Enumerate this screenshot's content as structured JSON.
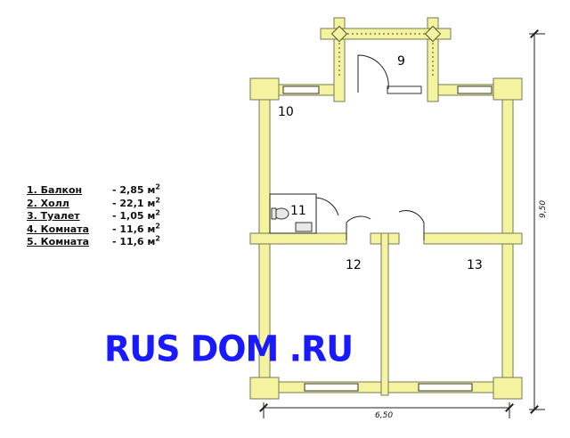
{
  "legend": [
    {
      "name": "1. Балкон",
      "area": "- 2,85 м",
      "unit_exp": "2"
    },
    {
      "name": "2. Холл",
      "area": "- 22,1 м",
      "unit_exp": "2"
    },
    {
      "name": "3. Туалет",
      "area": "- 1,05 м",
      "unit_exp": "2"
    },
    {
      "name": "4. Комната",
      "area": "- 11,6 м",
      "unit_exp": "2"
    },
    {
      "name": "5. Комната",
      "area": "- 11,6 м",
      "unit_exp": "2"
    }
  ],
  "rooms": {
    "r9": "9",
    "r10": "10",
    "r11": "11",
    "r12": "12",
    "r13": "13"
  },
  "dimensions": {
    "width": "6,50",
    "height": "9,50"
  },
  "logo": "RUS DOM .RU",
  "colors": {
    "wall": "#f4f4a0",
    "wall_stroke": "#888866",
    "logo": "#1a1aff"
  }
}
